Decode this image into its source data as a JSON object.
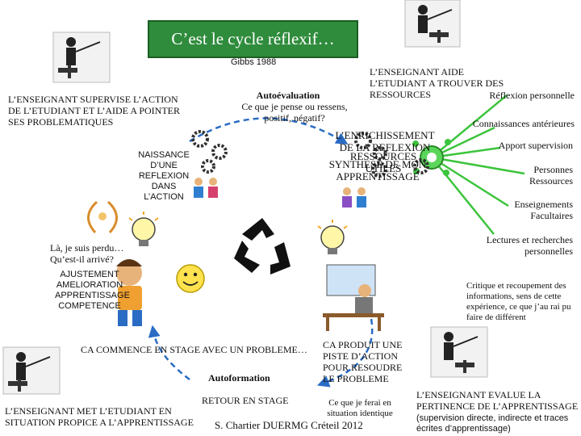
{
  "title": "C’est le cycle réflexif…",
  "source": "Gibbs 1988",
  "teacher_roles": {
    "supervise": "L’ENSEIGNANT SUPERVISE L’ACTION DE L’ETUDIANT ET L’AIDE A POINTER SES PROBLEMATIQUES",
    "resources": "L’ENSEIGNANT AIDE L’ETUDIANT A TROUVER DES RESSOURCES",
    "evaluate": "L’ENSEIGNANT EVALUE LA PERTINENCE DE L’APPRENTISSAGE",
    "evaluate_note": "(supervision directe, indirecte et traces écrites d’apprentissage)",
    "situation": "L’ENSEIGNANT MET L’ETUDIANT EN SITUATION PROPICE A L’APPRENTISSAGE"
  },
  "stages": {
    "autoevaluation_title": "Autoévaluation",
    "autoevaluation_text": "Ce que je pense ou ressens, positif, négatif?",
    "naissance": "NAISSANCE D’UNE REFLEXION DANS L’ACTION",
    "enrichissement_a": "L’ENRICHISSEMENT DE LA REFLEXION",
    "enrichissement_b": "RESSOURCES UTILES",
    "enrichissement_c": "SYNTHESE DE MON APPRENTISSAGE",
    "perdu": "Là, je suis perdu… Qu’est-il arrivé?",
    "ajustement": "AJUSTEMENT AMELIORATION APPRENTISSAGE COMPETENCE",
    "commence": "CA COMMENCE EN STAGE AVEC UN PROBLEME…",
    "autoformation": "Autoformation",
    "retour": "RETOUR EN STAGE",
    "piste": "CA PRODUIT UNE PISTE D’ACTION POUR RESOUDRE LE PROBLEME",
    "ferai": "Ce que je ferai en situation identique",
    "critique": "Critique et recoupement des informations, sens de cette expérience, ce que j’au rai pu faire de différent"
  },
  "resource_list": [
    "Réflexion personnelle",
    "Connaissances antérieures",
    "Apport supervision",
    "Personnes Ressources",
    "Enseignements Facultaires",
    "Lectures et recherches personnelles"
  ],
  "author": "S. Chartier DUERMG Créteil 2012",
  "colors": {
    "title_bg": "#2f8c3c",
    "resource_lines": "#3cc43c",
    "cycle_arrow": "#2a6cc4"
  },
  "icons": [
    "teacher-icon",
    "gears-icon",
    "children-icon",
    "laurel-icon",
    "lightbulb-icon",
    "recycle-icon",
    "smiley-icon",
    "thinking-child-icon",
    "student-desk-icon",
    "network-icon"
  ]
}
